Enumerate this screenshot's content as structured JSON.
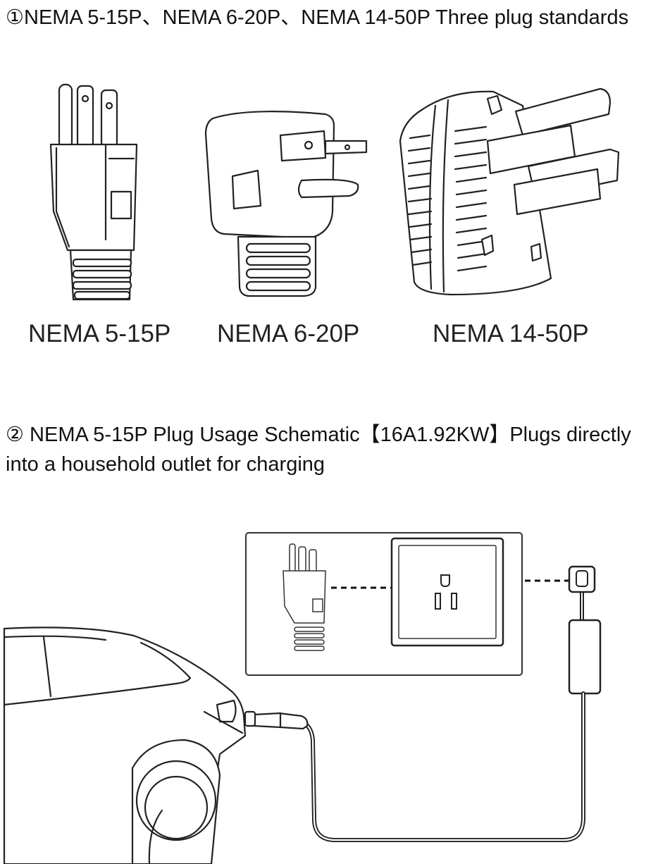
{
  "section1": {
    "heading": "①NEMA 5-15P、NEMA 6-20P、NEMA 14-50P Three plug standards",
    "plugs": [
      {
        "label": "NEMA 5-15P",
        "icon": "nema-5-15p-plug-icon"
      },
      {
        "label": "NEMA 6-20P",
        "icon": "nema-6-20p-plug-icon"
      },
      {
        "label": "NEMA 14-50P",
        "icon": "nema-14-50p-plug-icon"
      }
    ]
  },
  "section2": {
    "heading_line1": "② NEMA 5-15P Plug Usage Schematic【16A1.92KW】Plugs directly",
    "heading_line2": "into a household outlet for charging",
    "illustration": [
      "electric-car-icon",
      "charging-connector-icon",
      "cable",
      "control-box-icon",
      "wall-outlet-icon",
      "nema-5-15p-plug-icon"
    ]
  }
}
